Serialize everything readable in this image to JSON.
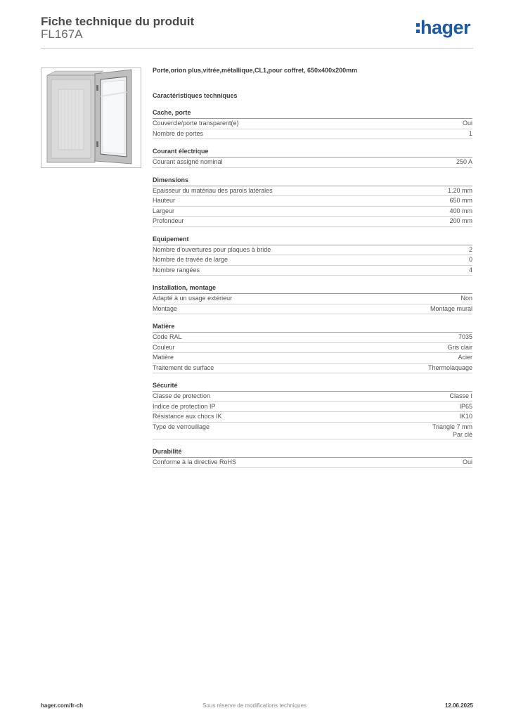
{
  "header": {
    "title": "Fiche technique du produit",
    "reference": "FL167A",
    "logo_text": "hager",
    "brand_color": "#1b5aa8"
  },
  "product": {
    "description": "Porte,orion plus,vitrée,métallique,CL1,pour coffret, 650x400x200mm",
    "image": "cabinet-door-photo"
  },
  "specs": {
    "subtitle": "Caractéristiques techniques",
    "sections": [
      {
        "title": "Cache, porte",
        "rows": [
          {
            "label": "Couvercle/porte transparent(e)",
            "value": "Oui"
          },
          {
            "label": "Nombre de portes",
            "value": "1"
          }
        ]
      },
      {
        "title": "Courant électrique",
        "rows": [
          {
            "label": "Courant assigné nominal",
            "value": "250 A"
          }
        ]
      },
      {
        "title": "Dimensions",
        "rows": [
          {
            "label": "Epaisseur du matériau des parois latérales",
            "value": "1.20 mm"
          },
          {
            "label": "Hauteur",
            "value": "650 mm"
          },
          {
            "label": "Largeur",
            "value": "400 mm"
          },
          {
            "label": "Profondeur",
            "value": "200 mm"
          }
        ]
      },
      {
        "title": "Equipement",
        "rows": [
          {
            "label": "Nombre d'ouvertures pour plaques à bride",
            "value": "2"
          },
          {
            "label": "Nombre de travée de large",
            "value": "0"
          },
          {
            "label": "Nombre rangées",
            "value": "4"
          }
        ]
      },
      {
        "title": "Installation, montage",
        "rows": [
          {
            "label": "Adapté à un usage extérieur",
            "value": "Non"
          },
          {
            "label": "Montage",
            "value": "Montage mural"
          }
        ]
      },
      {
        "title": "Matière",
        "rows": [
          {
            "label": "Code RAL",
            "value": "7035"
          },
          {
            "label": "Couleur",
            "value": "Gris clair"
          },
          {
            "label": "Matière",
            "value": "Acier"
          },
          {
            "label": "Traitement de surface",
            "value": "Thermolaquage"
          }
        ]
      },
      {
        "title": "Sécurité",
        "rows": [
          {
            "label": "Classe de protection",
            "value": "Classe I"
          },
          {
            "label": "Indice de protection IP",
            "value": "IP65"
          },
          {
            "label": "Résistance aux chocs IK",
            "value": "IK10"
          },
          {
            "label": "Type de verrouillage",
            "value": "Triangle 7 mm\nPar clé"
          }
        ]
      },
      {
        "title": "Durabilité",
        "rows": [
          {
            "label": "Conforme à la directive RoHS",
            "value": "Oui"
          }
        ]
      }
    ]
  },
  "footer": {
    "website": "hager.com/fr-ch",
    "notice": "Sous réserve de modifications techniques",
    "date": "12.06.2025"
  }
}
